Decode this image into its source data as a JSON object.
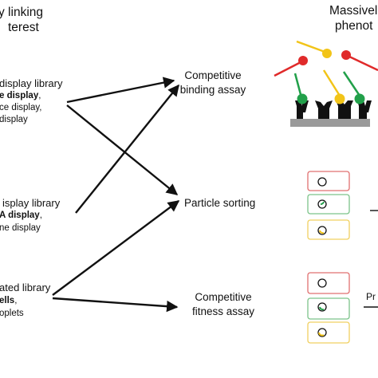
{
  "header": {
    "left_line1": "y linking",
    "left_line2": "terest",
    "right_line1": "Massivel",
    "right_line2": "phenot"
  },
  "libraries": [
    {
      "title": "display library",
      "bold": "e display",
      "bold_suffix": ",",
      "line3": "ce display,",
      "line4": "display"
    },
    {
      "title": "isplay library",
      "bold": "A display",
      "bold_suffix": ",",
      "line3": "ne display"
    },
    {
      "title": "ated library",
      "bold": "ells",
      "bold_suffix": ",",
      "line3": "oplets"
    }
  ],
  "assays": [
    {
      "line1": "Competitive",
      "line2": "binding assay"
    },
    {
      "line1": "Particle sorting"
    },
    {
      "line1": "Competitive",
      "line2": "fitness assay"
    }
  ],
  "right_partial_label": "Pr",
  "colors": {
    "arrow": "#111111",
    "red": "#e02a2a",
    "yellow": "#f2c418",
    "green": "#22a04a",
    "surface": "#9a9a9a",
    "box_red": "#e07070",
    "box_green": "#7cc48a",
    "box_yellow": "#f0d060"
  }
}
